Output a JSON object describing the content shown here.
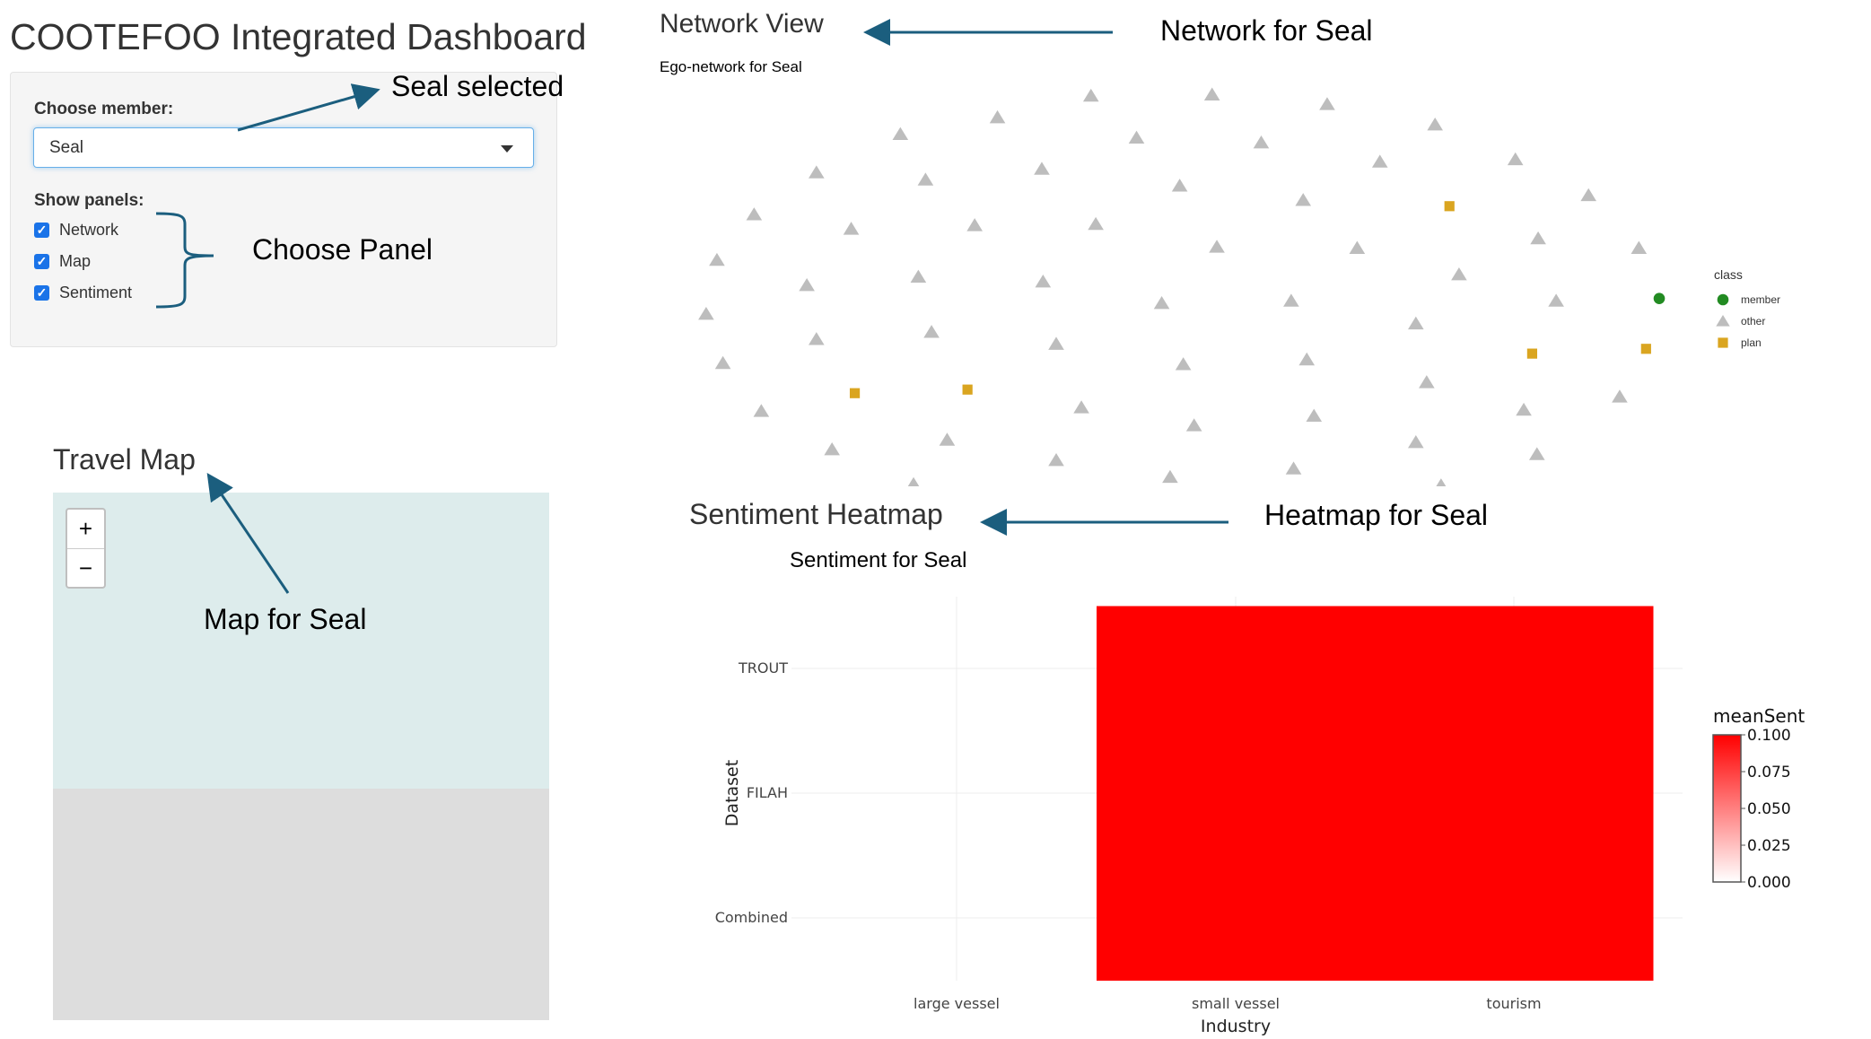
{
  "header": {
    "title": "COOTEFOO Integrated Dashboard"
  },
  "sidebar": {
    "member_label": "Choose member:",
    "member_value": "Seal",
    "panels_label": "Show panels:",
    "panels": [
      {
        "label": "Network",
        "checked": true
      },
      {
        "label": "Map",
        "checked": true
      },
      {
        "label": "Sentiment",
        "checked": true
      }
    ]
  },
  "annotations": {
    "seal_selected": "Seal selected",
    "choose_panel": "Choose Panel",
    "map_for_seal": "Map for Seal",
    "network_for_seal": "Network for Seal",
    "heatmap_for_seal": "Heatmap for Seal",
    "color": "#1b5e7e"
  },
  "map": {
    "title": "Travel Map",
    "zoom_in": "+",
    "zoom_out": "−"
  },
  "network": {
    "title": "Network View",
    "subtitle": "Ego-network for Seal",
    "legend_title": "class",
    "legend": [
      {
        "label": "member",
        "color": "#228b22",
        "shape": "circle"
      },
      {
        "label": "other",
        "color": "#bdbdbd",
        "shape": "triangle"
      },
      {
        "label": "plan",
        "color": "#daa520",
        "shape": "square"
      }
    ]
  },
  "heatmap": {
    "title": "Sentiment Heatmap"
  },
  "chart_data": {
    "type": "heatmap",
    "title": "Sentiment for Seal",
    "xlabel": "Industry",
    "ylabel": "Dataset",
    "x": [
      "large vessel",
      "small vessel",
      "tourism"
    ],
    "y": [
      "TROUT",
      "FILAH",
      "Combined"
    ],
    "values": [
      [
        null,
        0.1,
        0.1
      ],
      [
        null,
        0.1,
        0.1
      ],
      [
        null,
        0.1,
        0.1
      ]
    ],
    "colorbar": {
      "title": "meanSent",
      "range": [
        0,
        0.1
      ],
      "ticks": [
        "0.100",
        "0.075",
        "0.050",
        "0.025",
        "0.000"
      ],
      "low_color": "#ffffff",
      "high_color": "#ff0000"
    }
  }
}
